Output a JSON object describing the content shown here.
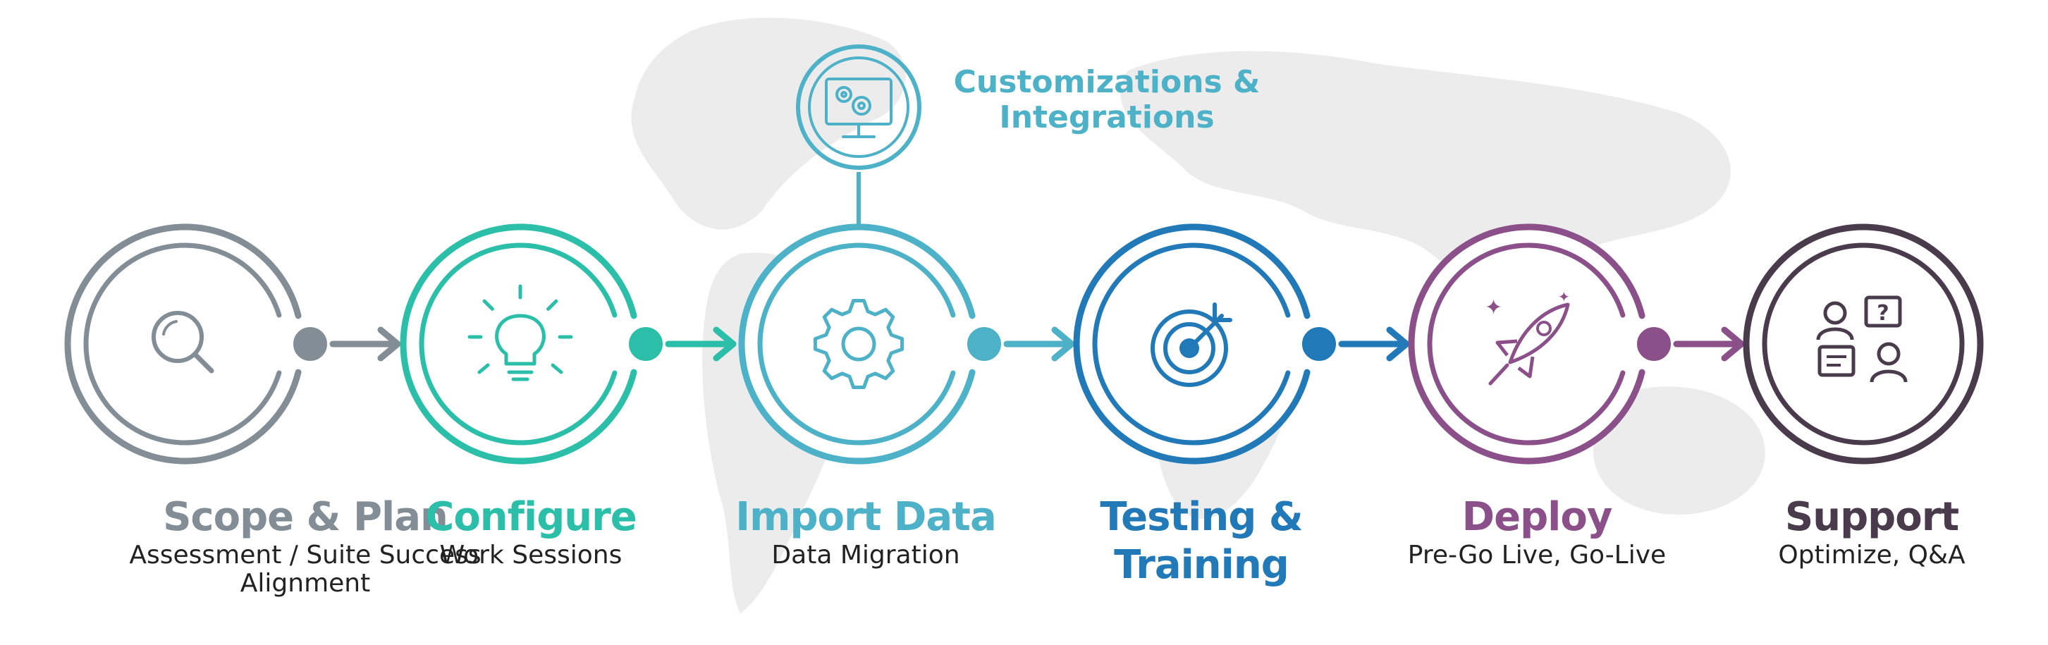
{
  "colors": {
    "map": "#ececec",
    "callout": "#4db1c8",
    "background": "#ffffff"
  },
  "callout": {
    "title": "Customizations &\nIntegrations",
    "icon": "monitor-gears-icon"
  },
  "steps": [
    {
      "title": "Scope & Plan",
      "subtitle": "Assessment / Suite Success\nAlignment",
      "color": "#838d96",
      "icon": "magnifier-icon"
    },
    {
      "title": "Configure",
      "subtitle": "Work Sessions",
      "color": "#2bbfaa",
      "icon": "lightbulb-icon"
    },
    {
      "title": "Import Data",
      "subtitle": "Data Migration",
      "color": "#4db1c8",
      "icon": "gear-icon"
    },
    {
      "title": "Testing &\nTraining",
      "subtitle": "",
      "color": "#2279b8",
      "icon": "target-icon"
    },
    {
      "title": "Deploy",
      "subtitle": "Pre-Go Live, Go-Live",
      "color": "#8b4f8a",
      "icon": "rocket-icon"
    },
    {
      "title": "Support",
      "subtitle": "Optimize, Q&A",
      "color": "#4a3b4c",
      "icon": "support-chat-icon"
    }
  ]
}
